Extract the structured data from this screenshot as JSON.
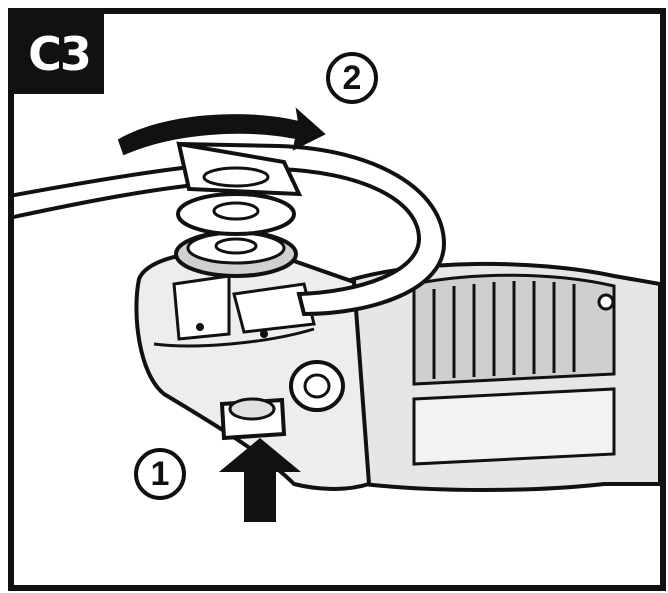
{
  "figure_label": "C3",
  "steps": {
    "step1": "1",
    "step2": "2"
  },
  "icons": {
    "press_arrow": "arrow-up-icon",
    "rotate_arrow": "curved-arrow-right-icon"
  },
  "colors": {
    "ink": "#111111",
    "paper": "#ffffff",
    "shade": "#d9d9d9"
  }
}
